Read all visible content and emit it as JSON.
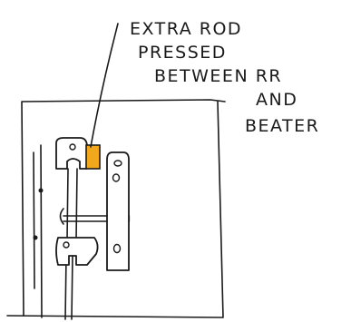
{
  "annotation": {
    "lines": [
      "EXTRA ROD",
      "PRESSED",
      "BETWEEN RR",
      "AND",
      "BEATER"
    ]
  },
  "colors": {
    "ink": "#1a1a1a",
    "rod_highlight": "#f2a81d",
    "paper": "#ffffff"
  }
}
